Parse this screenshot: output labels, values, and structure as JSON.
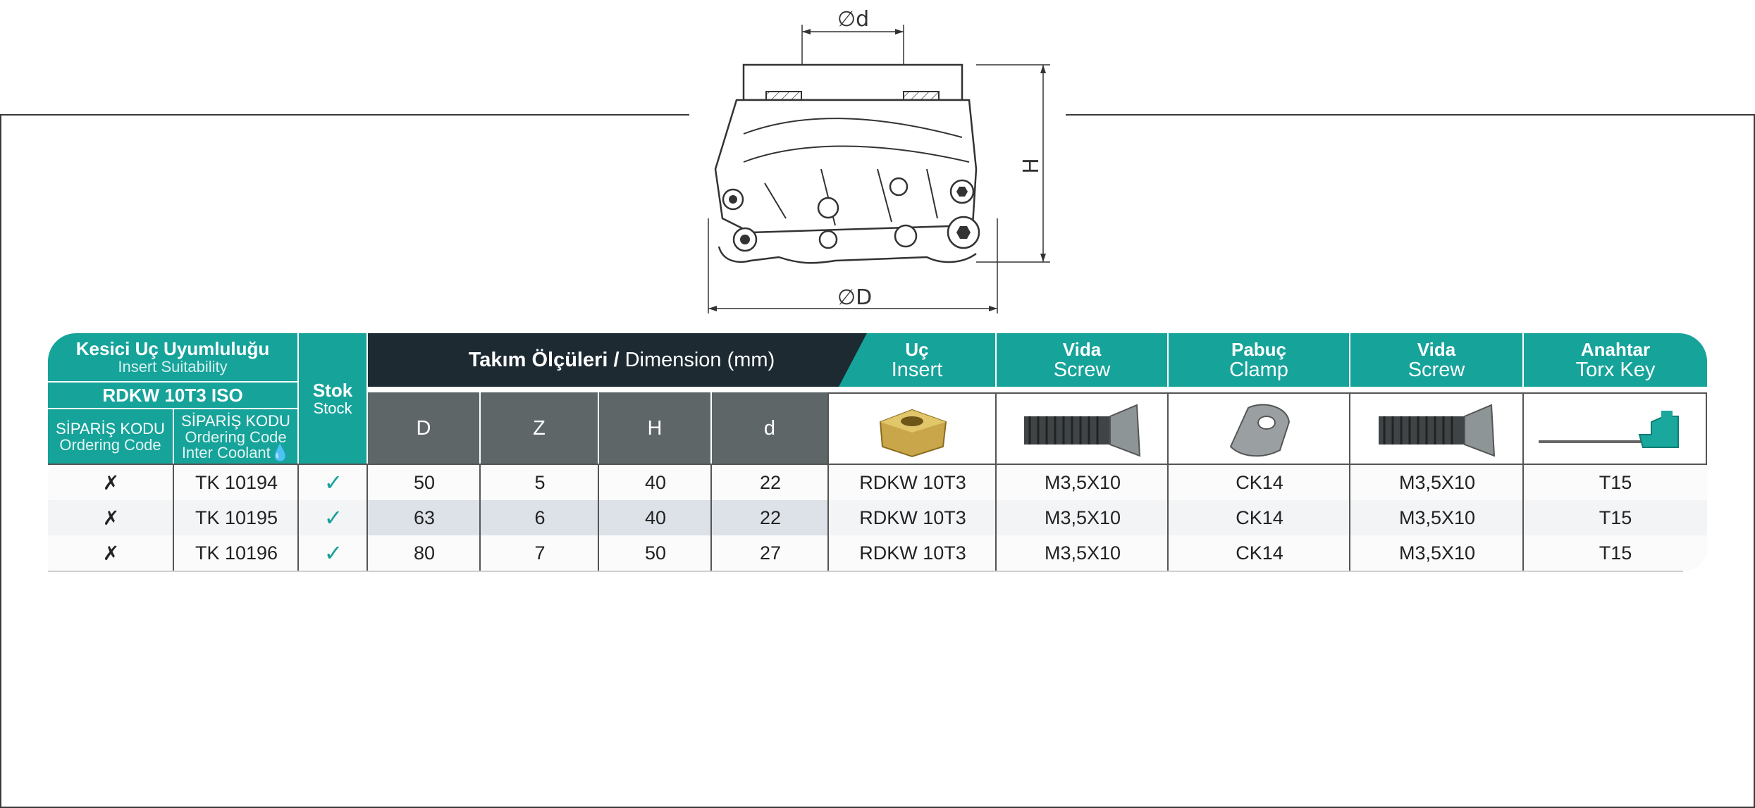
{
  "drawing": {
    "label_d": "∅d",
    "label_D": "∅D",
    "label_H": "H"
  },
  "header": {
    "insert_suitability_tr": "Kesici Uç Uyumluluğu",
    "insert_suitability_en": "Insert Suitability",
    "insert_type": "RDKW 10T3 ISO",
    "ordering_code_tr_1": "SİPARİŞ KODU",
    "ordering_code_en_1": "Ordering Code",
    "ordering_code_tr_2": "SİPARİŞ KODU",
    "ordering_code_en_2": "Ordering Code",
    "ordering_code_sub_2": "Inter Coolant",
    "stock_tr": "Stok",
    "stock_en": "Stock",
    "dimension_tr": "Takım Ölçüleri /",
    "dimension_en": "Dimension (mm)",
    "dims": [
      "D",
      "Z",
      "H",
      "d"
    ],
    "insert_tr": "Uç",
    "insert_en": "Insert",
    "screw_tr": "Vida",
    "screw_en": "Screw",
    "clamp_tr": "Pabuç",
    "clamp_en": "Clamp",
    "screw2_tr": "Vida",
    "screw2_en": "Screw",
    "key_tr": "Anahtar",
    "key_en": "Torx Key"
  },
  "rows": [
    {
      "code1": "✗",
      "code2": "TK 10194",
      "stock": "✓",
      "D": "50",
      "Z": "5",
      "H": "40",
      "d": "22",
      "insert": "RDKW 10T3",
      "screw": "M3,5X10",
      "clamp": "CK14",
      "screw2": "M3,5X10",
      "key": "T15"
    },
    {
      "code1": "✗",
      "code2": "TK 10195",
      "stock": "✓",
      "D": "63",
      "Z": "6",
      "H": "40",
      "d": "22",
      "insert": "RDKW 10T3",
      "screw": "M3,5X10",
      "clamp": "CK14",
      "screw2": "M3,5X10",
      "key": "T15"
    },
    {
      "code1": "✗",
      "code2": "TK 10196",
      "stock": "✓",
      "D": "80",
      "Z": "7",
      "H": "50",
      "d": "27",
      "insert": "RDKW 10T3",
      "screw": "M3,5X10",
      "clamp": "CK14",
      "screw2": "M3,5X10",
      "key": "T15"
    }
  ],
  "colors": {
    "teal": "#16a39a",
    "dark": "#1d2a32",
    "grey": "#5e6668"
  }
}
